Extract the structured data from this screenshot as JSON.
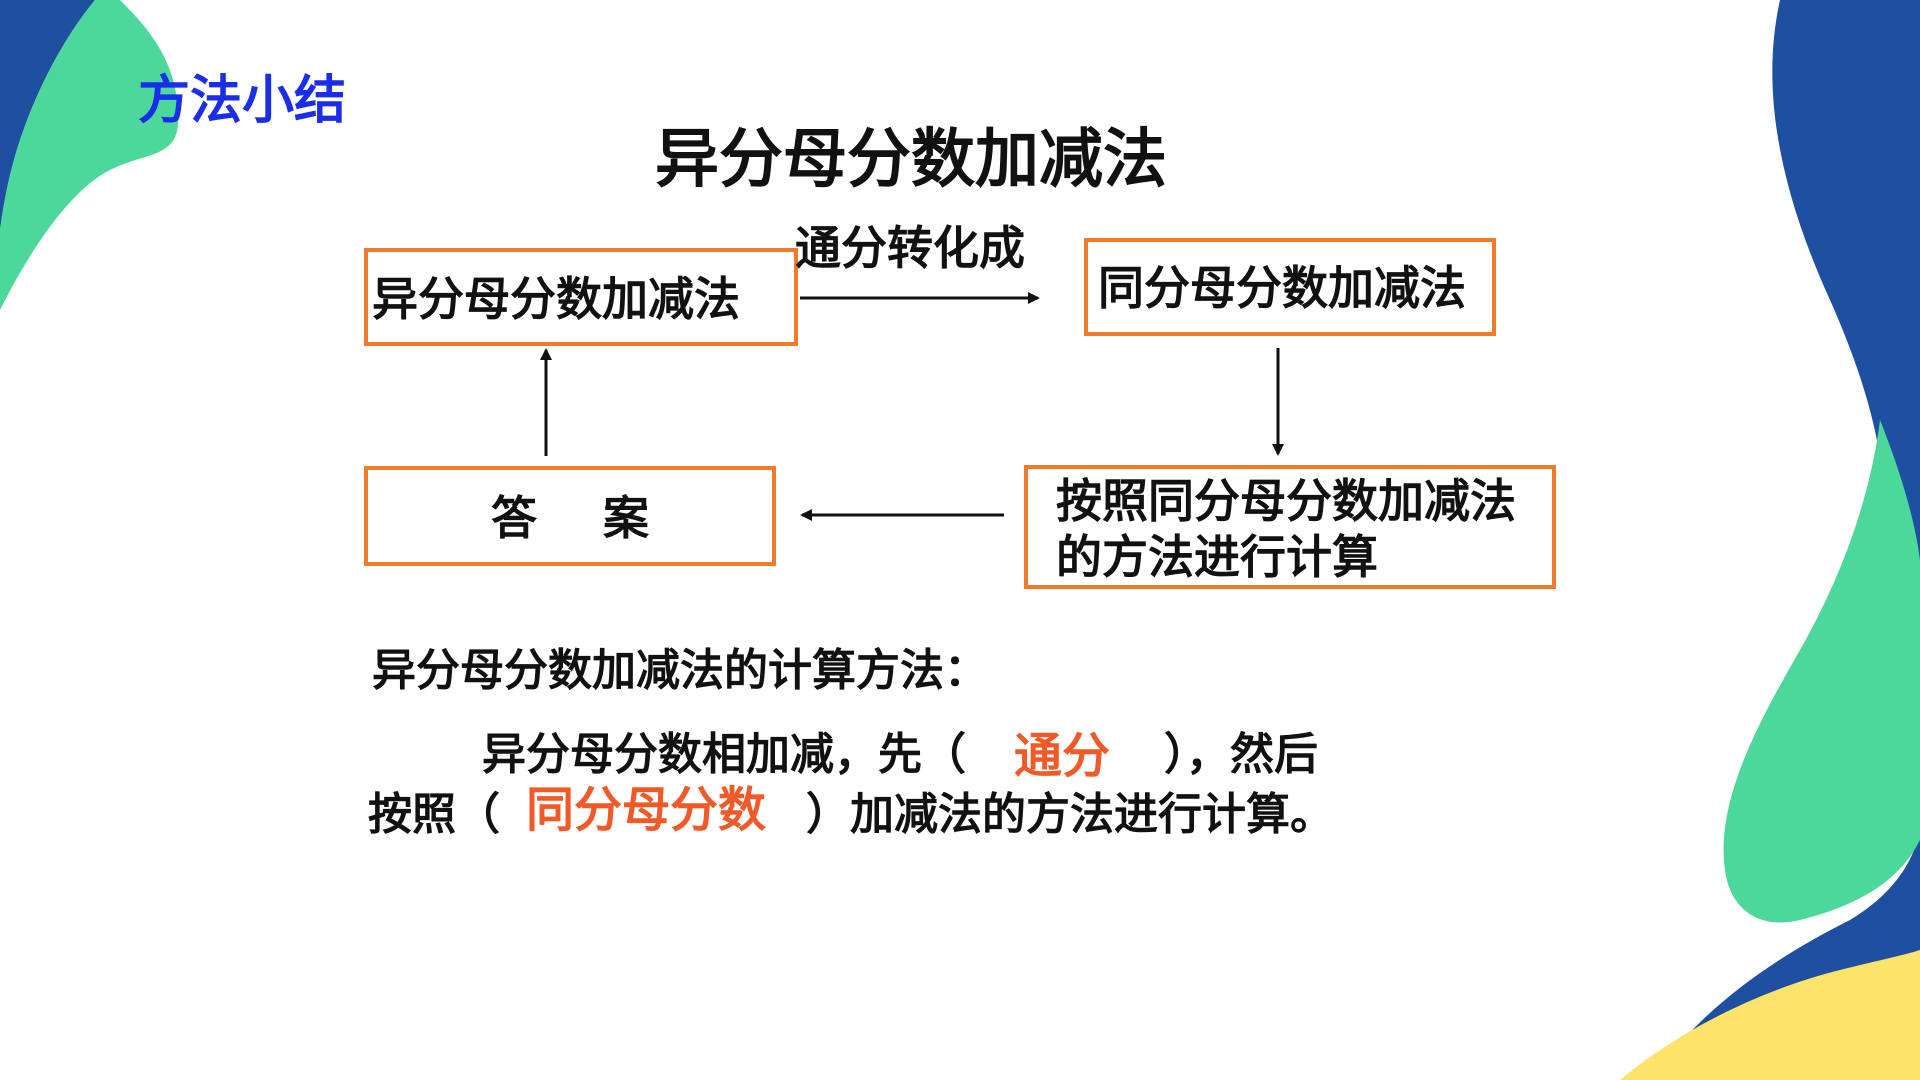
{
  "section_label": "方法小结",
  "title": "异分母分数加减法",
  "flow": {
    "box_start": "异分母分数加减法",
    "arrow_label": "通分转化成",
    "box_same": "同分母分数加减法",
    "box_calc_line1": "按照同分母分数加减法",
    "box_calc_line2": "的方法进行计算",
    "box_answer": "答案"
  },
  "method": {
    "heading": "异分母分数加减法的计算方法：",
    "line1_a": "异分母分数相加减，先（",
    "line1_fill": "通分",
    "line1_b": "），然后",
    "line2_a": "按照（",
    "line2_fill": "同分母分数",
    "line2_b": "）加减法的方法进行计算。"
  },
  "colors": {
    "label_blue": "#1a2de8",
    "box_border": "#f07b2c",
    "answer_fill": "#f05a28",
    "deco_dark_blue": "#1e4fa0",
    "deco_green": "#4cd89a",
    "deco_yellow": "#fce36a"
  }
}
